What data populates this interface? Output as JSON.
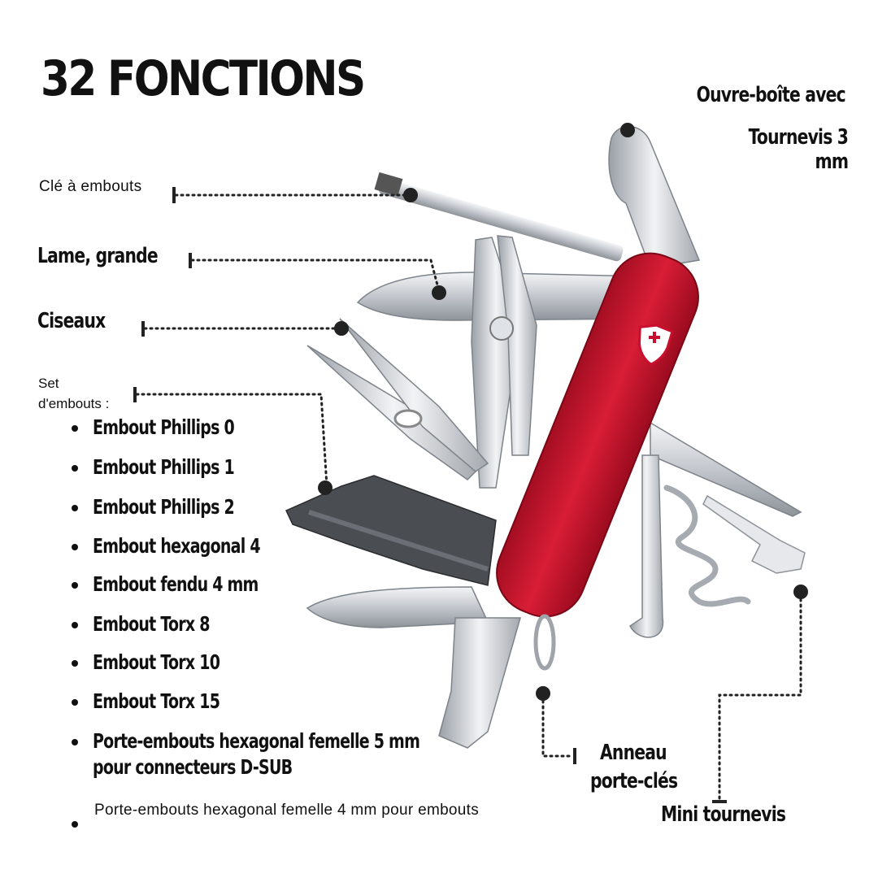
{
  "title": "32 FONCTIONS",
  "labels": {
    "bit_wrench": "Clé à embouts",
    "large_blade": "Lame, grande",
    "scissors": "Ciseaux",
    "bit_set_line1": "Set",
    "bit_set_line2": "d'embouts :",
    "can_opener": "Ouvre-boîte avec",
    "screwdriver_line1": "Tournevis 3",
    "screwdriver_line2": "mm",
    "key_ring_line1": "Anneau",
    "key_ring_line2": "porte-clés",
    "mini_screwdriver": "Mini tournevis"
  },
  "bit_list": [
    "Embout Phillips 0",
    "Embout Phillips 1",
    "Embout Phillips 2",
    "Embout hexagonal 4",
    "Embout fendu 4 mm",
    "Embout Torx 8",
    "Embout Torx 10",
    "Embout Torx 15"
  ],
  "dsub_line1": "Porte-embouts hexagonal femelle 5 mm",
  "dsub_line2": "pour connecteurs D-SUB",
  "bit_holder_4mm": "Porte-embouts hexagonal femelle 4 mm pour embouts",
  "colors": {
    "handle_red": "#c8102e",
    "steel": "#c9ccd1",
    "text": "#111111",
    "leader": "#222222"
  }
}
